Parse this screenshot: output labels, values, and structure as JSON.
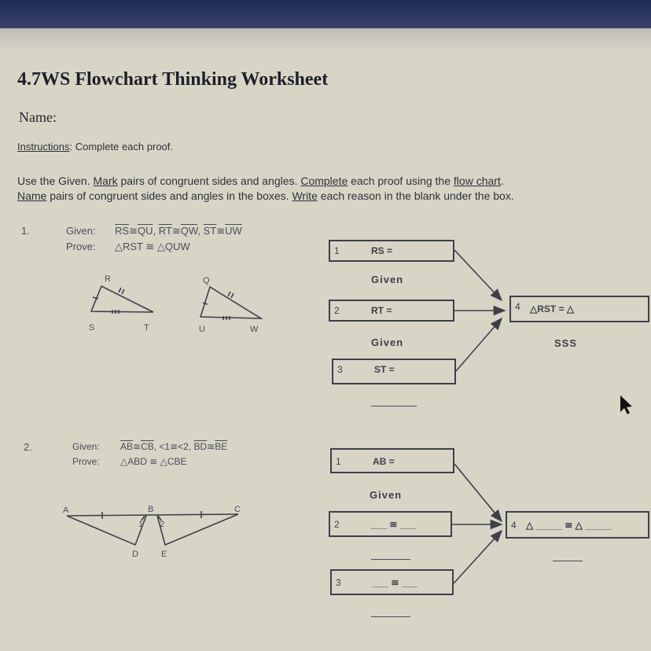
{
  "title": "4.7WS Flowchart Thinking Worksheet",
  "name_label": "Name:",
  "instructions": {
    "label": "Instructions",
    "text": ": Complete each proof."
  },
  "directions": {
    "line1": [
      {
        "t": "Use the Given. ",
        "u": false
      },
      {
        "t": "Mark",
        "u": true
      },
      {
        "t": " pairs of congruent sides and angles. ",
        "u": false
      },
      {
        "t": "Complete",
        "u": true
      },
      {
        "t": " each proof using the ",
        "u": false
      },
      {
        "t": "flow chart",
        "u": true
      },
      {
        "t": ".",
        "u": false
      }
    ],
    "line2": [
      {
        "t": "Name",
        "u": true
      },
      {
        "t": " pairs of congruent sides and angles in the boxes. ",
        "u": false
      },
      {
        "t": "Write",
        "u": true
      },
      {
        "t": " each reason in the blank under the box.",
        "u": false
      }
    ]
  },
  "problem1": {
    "number": "1.",
    "given_label": "Given:",
    "given": [
      "RS",
      "≅",
      "QU",
      ", ",
      "RT",
      "≅",
      "QW",
      ", ",
      "ST",
      "≅",
      "UW"
    ],
    "prove_label": "Prove:",
    "prove": "△RST ≅ △QUW",
    "vertices": {
      "R": "R",
      "S": "S",
      "T": "T",
      "Q": "Q",
      "U": "U",
      "W": "W"
    },
    "boxes": [
      {
        "num": "1",
        "stmt": "RS =",
        "reason": "Given"
      },
      {
        "num": "2",
        "stmt": "RT =",
        "reason": "Given"
      },
      {
        "num": "3",
        "stmt": "ST =",
        "reason": ""
      },
      {
        "num": "4",
        "stmt": "△RST = △",
        "reason": "SSS"
      }
    ]
  },
  "problem2": {
    "number": "2.",
    "given_label": "Given:",
    "given": [
      "AB",
      "≅",
      "CB",
      ", <1≅<2, ",
      "BD",
      "≅",
      "BE"
    ],
    "prove_label": "Prove:",
    "prove": "△ABD ≅ △CBE",
    "vertices": {
      "A": "A",
      "B": "B",
      "C": "C",
      "D": "D",
      "E": "E",
      "a1": "1",
      "a2": "2"
    },
    "boxes": [
      {
        "num": "1",
        "stmt": "AB =",
        "reason": "Given"
      },
      {
        "num": "2",
        "stmt": "___ ≅ ___",
        "reason": ""
      },
      {
        "num": "3",
        "stmt": "___ ≅ ___",
        "reason": ""
      },
      {
        "num": "4",
        "stmt": "△ _____ ≅ △ _____",
        "reason": ""
      }
    ]
  }
}
